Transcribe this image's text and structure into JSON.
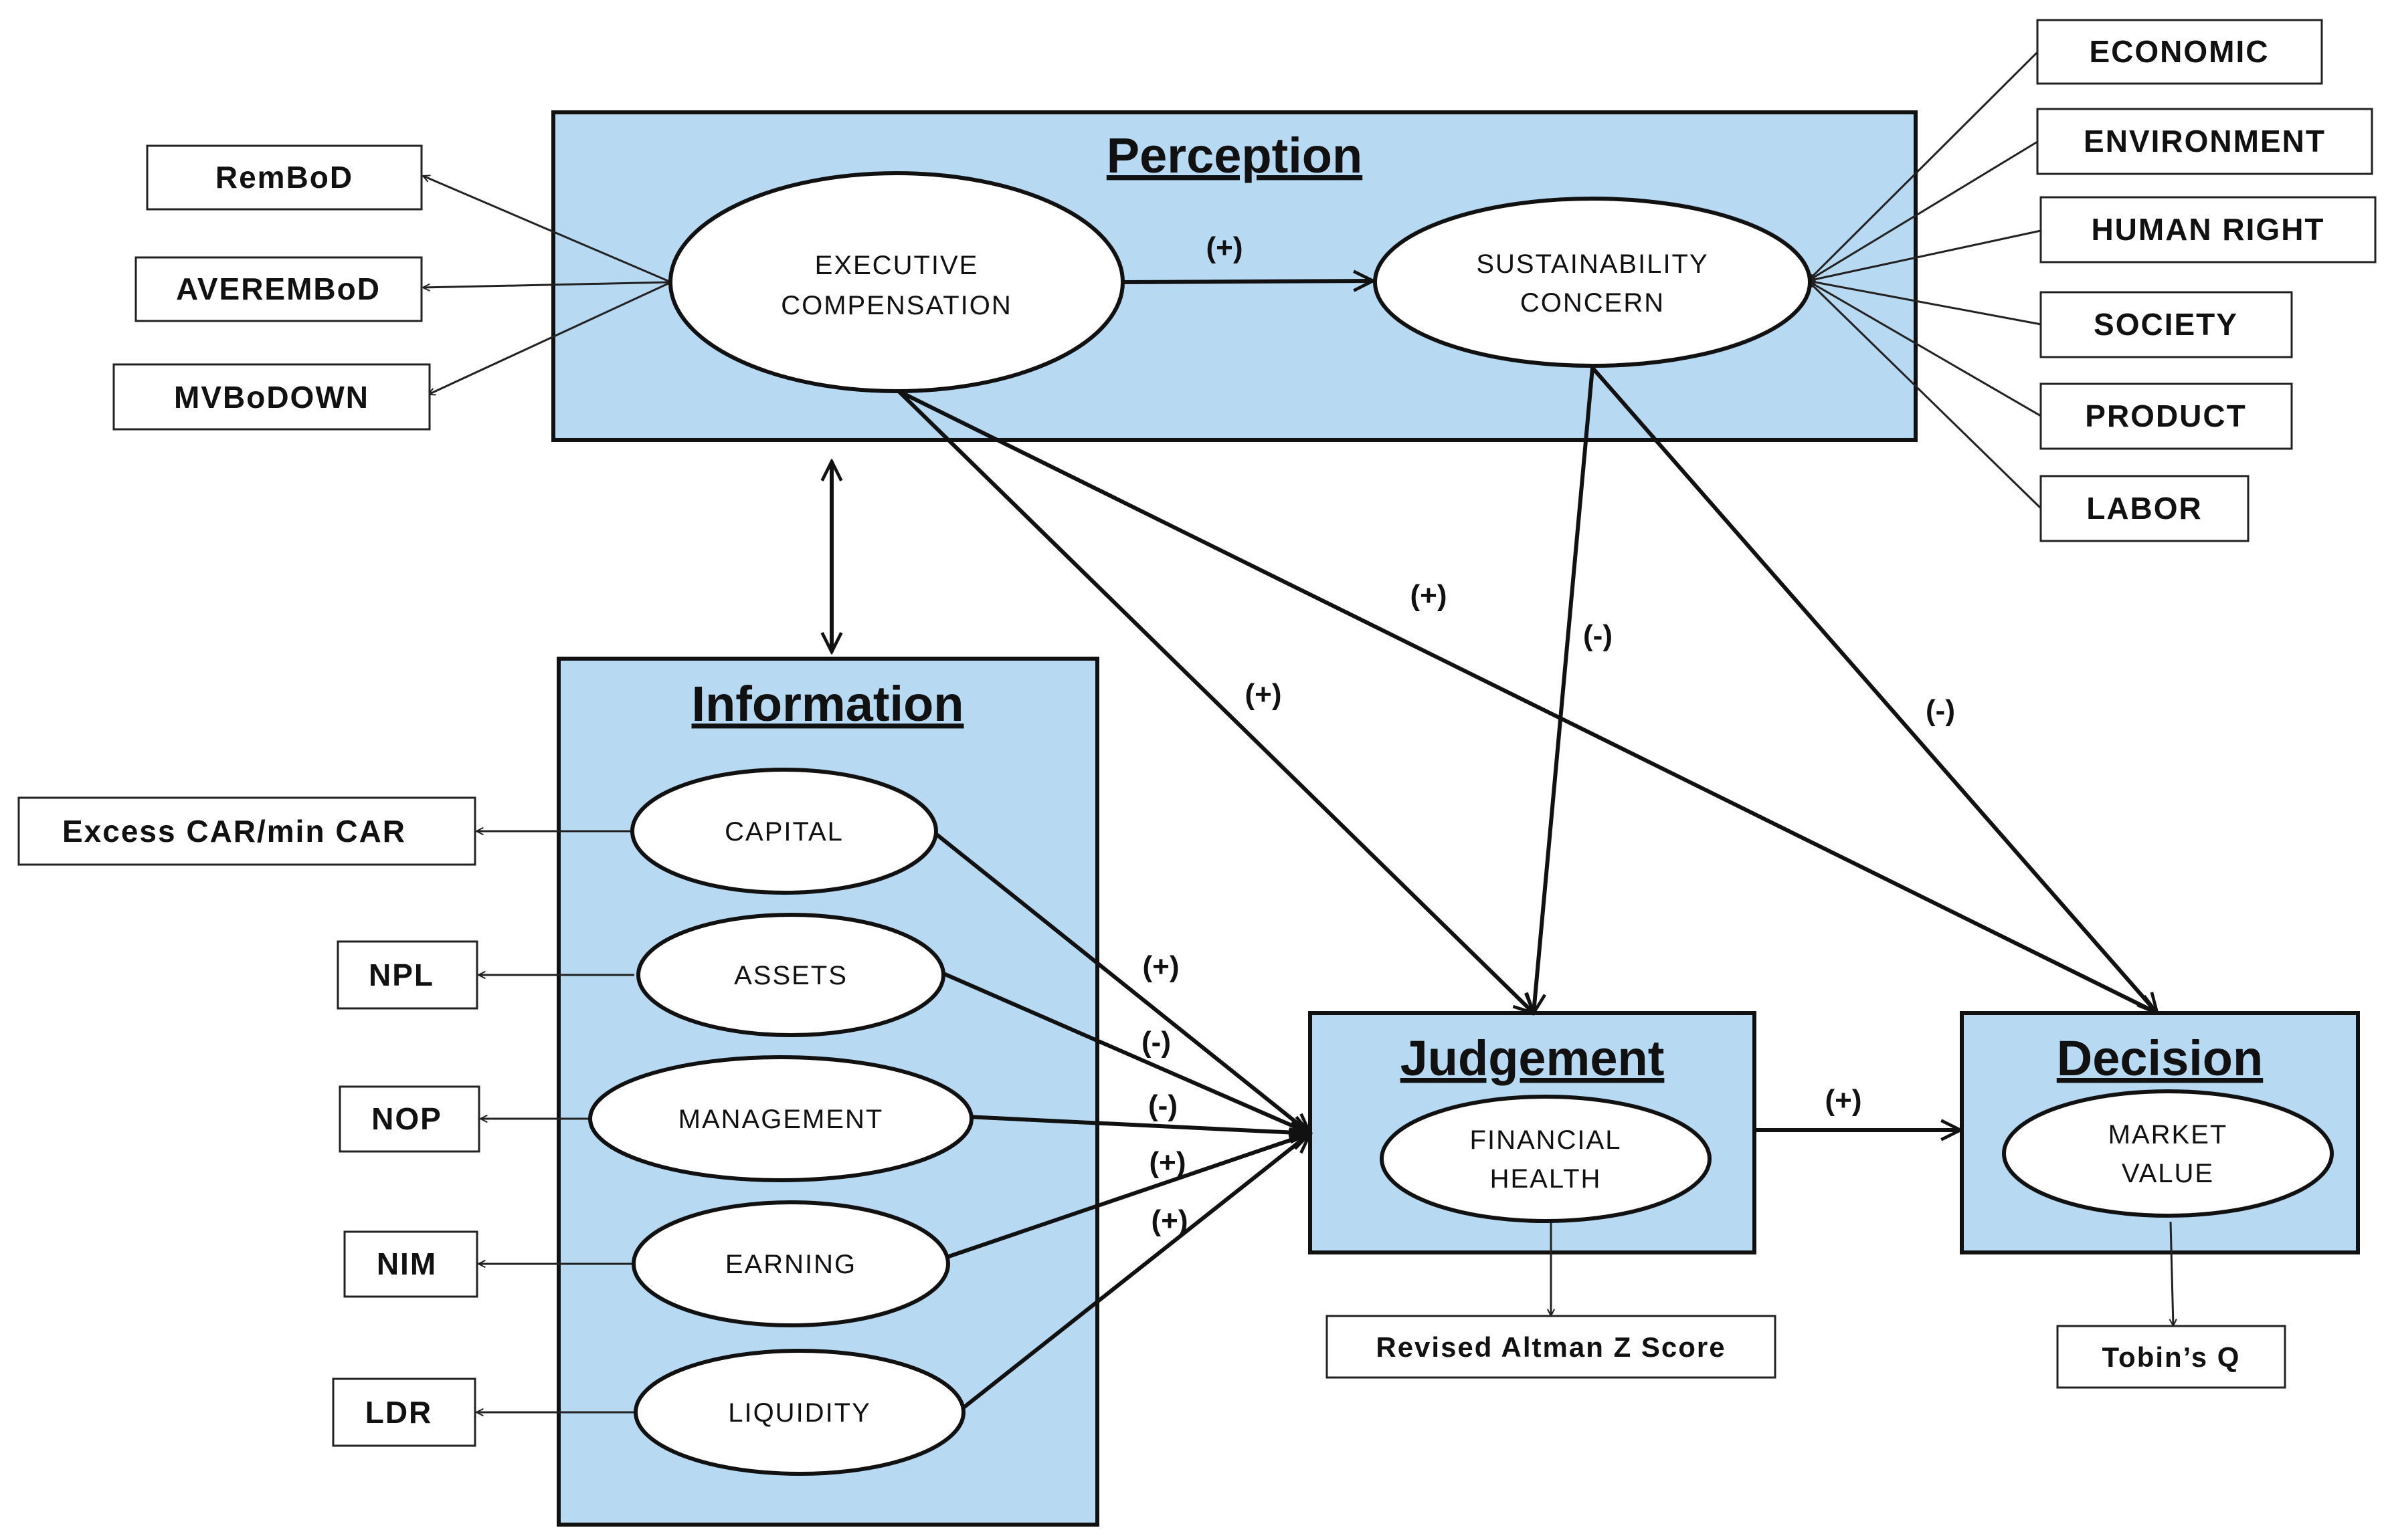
{
  "perception": {
    "title": "Perception",
    "executive_compensation": [
      "EXECUTIVE",
      "COMPENSATION"
    ],
    "sustainability_concern": [
      "SUSTAINABILITY",
      "CONCERN"
    ]
  },
  "information": {
    "title": "Information",
    "capital": "CAPITAL",
    "assets": "ASSETS",
    "management": "MANAGEMENT",
    "earning": "EARNING",
    "liquidity": "LIQUIDITY"
  },
  "judgement": {
    "title": "Judgement",
    "financial_health": [
      "FINANCIAL",
      "HEALTH"
    ],
    "indicator": "Revised Altman Z Score"
  },
  "decision": {
    "title": "Decision",
    "market_value": [
      "MARKET",
      "VALUE"
    ],
    "indicator": "Tobin’s Q"
  },
  "compensation_indicators": [
    "RemBoD",
    "AVEREMBoD",
    "MVBoDOWN"
  ],
  "sustainability_indicators": [
    "ECONOMIC",
    "ENVIRONMENT",
    "HUMAN RIGHT",
    "SOCIETY",
    "PRODUCT",
    "LABOR"
  ],
  "information_indicators": {
    "capital": "Excess CAR/min CAR",
    "assets": "NPL",
    "management": "NOP",
    "earning": "NIM",
    "liquidity": "LDR"
  },
  "signs": {
    "comp_to_sust": "(+)",
    "comp_to_judgement": "(+)",
    "comp_to_decision": "(+)",
    "sust_to_judgement": "(-)",
    "sust_to_decision": "(-)",
    "capital": "(+)",
    "assets": "(-)",
    "management": "(-)",
    "earning": "(+)",
    "liquidity": "(+)",
    "judgement_to_decision": "(+)"
  },
  "colors": {
    "panel_fill": "#b7d9f2",
    "outline": "#111111"
  }
}
